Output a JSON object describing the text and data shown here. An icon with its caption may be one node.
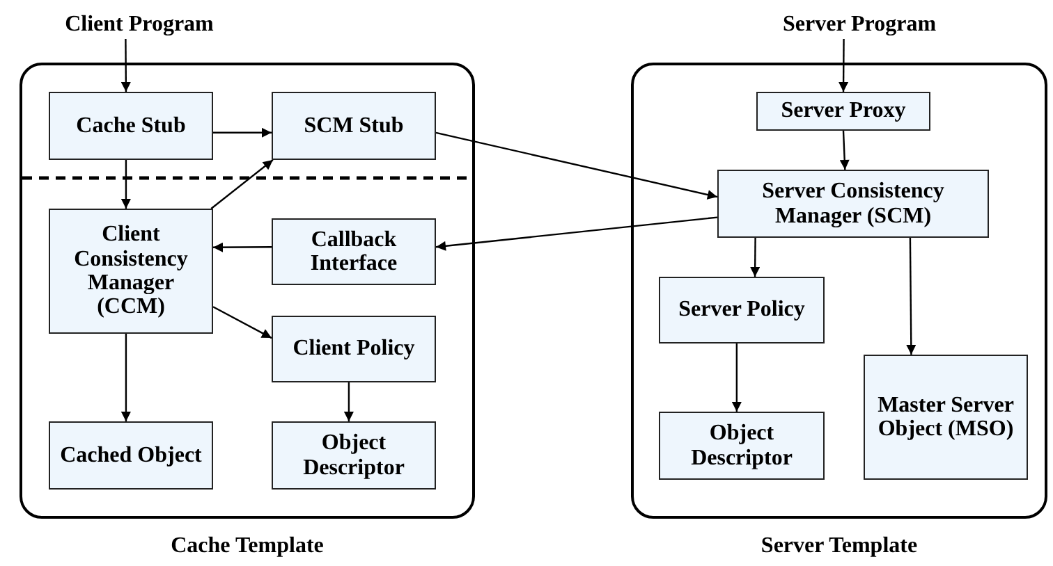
{
  "diagram": {
    "nodes": [
      {
        "text": [
          "Client Program"
        ]
      },
      {
        "text": [
          "Cache Template"
        ]
      },
      {
        "text": [
          "Cache Stub"
        ],
        "in": 1
      },
      {
        "text": [
          "SCM Stub"
        ],
        "in": 1
      },
      {
        "text": [
          "Client Consistency Manager (CCM)"
        ],
        "in": 1
      },
      {
        "text": [
          "Callback Interface"
        ],
        "in": 1
      },
      {
        "text": [
          "Client Policy"
        ],
        "in": 1
      },
      {
        "text": [
          "Cached Object"
        ],
        "in": 1
      },
      {
        "text": [
          "Object Descriptor"
        ],
        "in": 1
      },
      {
        "text": [
          "Server Program"
        ]
      },
      {
        "text": [
          "Server Template"
        ]
      },
      {
        "text": [
          "Server Proxy"
        ],
        "in": 10
      },
      {
        "text": [
          "Server Consistency Manager (SCM)"
        ],
        "in": 10
      },
      {
        "text": [
          "Server Policy"
        ],
        "in": 10
      },
      {
        "text": [
          "Object Descriptor"
        ],
        "in": 10
      },
      {
        "text": [
          "Master Server Object (MSO)"
        ],
        "in": 10
      }
    ],
    "edges": [
      {
        "from": 0,
        "to": 2,
        "arrow": "to"
      },
      {
        "from": 2,
        "to": 3,
        "arrow": "to"
      },
      {
        "from": 2,
        "to": 4,
        "arrow": "to"
      },
      {
        "from": 4,
        "to": 3,
        "arrow": "to"
      },
      {
        "from": 5,
        "to": 4,
        "arrow": "to"
      },
      {
        "from": 4,
        "to": 6,
        "arrow": "to"
      },
      {
        "from": 4,
        "to": 7,
        "arrow": "to"
      },
      {
        "from": 6,
        "to": 8,
        "arrow": "to"
      },
      {
        "from": 3,
        "to": 12,
        "arrow": "to"
      },
      {
        "from": 12,
        "to": 5,
        "arrow": "to"
      },
      {
        "from": 9,
        "to": 11,
        "arrow": "to"
      },
      {
        "from": 11,
        "to": 12,
        "arrow": "to"
      },
      {
        "from": 12,
        "to": 13,
        "arrow": "to"
      },
      {
        "from": 12,
        "to": 15,
        "arrow": "to"
      },
      {
        "from": 13,
        "to": 14,
        "arrow": "to"
      }
    ]
  }
}
